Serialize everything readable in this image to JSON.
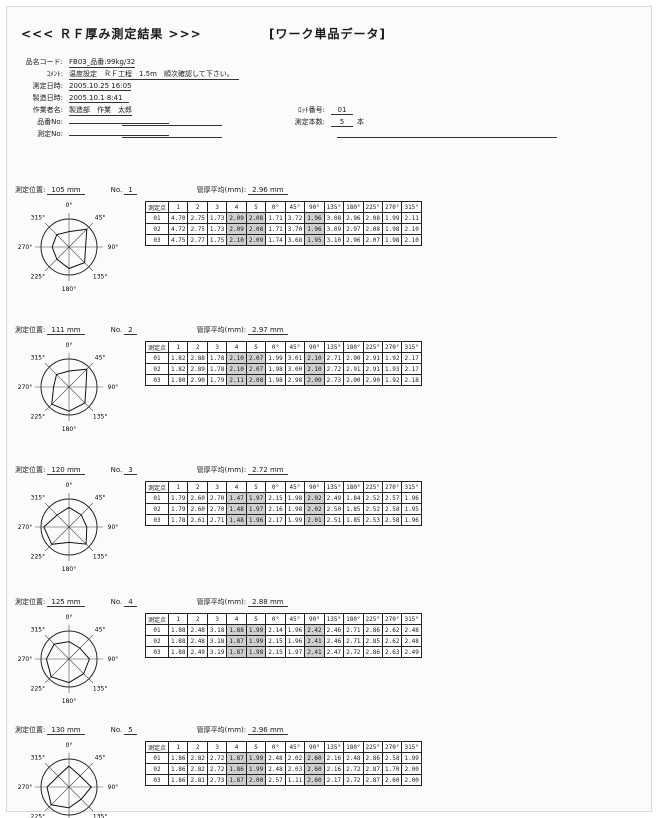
{
  "header": {
    "title": "<<< ＲＦ厚み測定結果 >>>",
    "subtitle": "[ワーク単品データ]",
    "fields": [
      {
        "label": "品名コード:",
        "value": "FB03_品番:99kg/32"
      },
      {
        "label": "ｺﾒﾝﾄ:",
        "value": "温度設定　ＲＦ工程　1.5m　順次確認して下さい。"
      },
      {
        "label": "測定日時:",
        "value": "2005.10.25 16:05"
      },
      {
        "label": "製造日時:",
        "value": "2005.10.1 8:41"
      },
      {
        "label": "作業者名:",
        "value": "製造部　作業　太郎"
      },
      {
        "label": "品番No:",
        "value": ""
      },
      {
        "label": "測定No:",
        "value": ""
      }
    ],
    "right_fields": [
      {
        "label": "ﾛｯﾄ番号:",
        "value": "01"
      },
      {
        "label": "測定本数:",
        "value": "5",
        "suffix": "本"
      }
    ]
  },
  "sections": [
    {
      "left_label": "測定位置:",
      "left_value": "105 mm",
      "no_label": "No.",
      "no_value": "1",
      "mid_label": "管厚平均(mm):",
      "mid_value": "2.96 mm",
      "cols": [
        "測定点",
        "1",
        "2",
        "3",
        "4",
        "5",
        "0°",
        "45°",
        "90°",
        "135°",
        "180°",
        "225°",
        "270°",
        "315°"
      ],
      "rows": [
        [
          "01",
          "4.70",
          "2.75",
          "1.73",
          "2.09",
          "2.08",
          "1.71",
          "3.72",
          "1.96",
          "3.08",
          "2.96",
          "2.08",
          "1.99",
          "2.11"
        ],
        [
          "02",
          "4.72",
          "2.75",
          "1.73",
          "2.09",
          "2.08",
          "1.71",
          "3.70",
          "1.96",
          "3.09",
          "2.97",
          "2.08",
          "1.98",
          "2.10"
        ],
        [
          "03",
          "4.75",
          "2.77",
          "1.75",
          "2.10",
          "2.09",
          "1.74",
          "3.68",
          "1.95",
          "3.10",
          "2.96",
          "2.07",
          "1.98",
          "2.10"
        ]
      ]
    },
    {
      "left_label": "測定位置:",
      "left_value": "111 mm",
      "no_label": "No.",
      "no_value": "2",
      "mid_label": "管厚平均(mm):",
      "mid_value": "2.97 mm",
      "cols": [
        "測定点",
        "1",
        "2",
        "3",
        "4",
        "5",
        "0°",
        "45°",
        "90°",
        "135°",
        "180°",
        "225°",
        "270°",
        "315°"
      ],
      "rows": [
        [
          "01",
          "1.82",
          "2.88",
          "1.78",
          "2.10",
          "2.07",
          "1.99",
          "3.01",
          "2.10",
          "2.71",
          "2.90",
          "2.91",
          "1.92",
          "2.17"
        ],
        [
          "02",
          "1.82",
          "2.89",
          "1.78",
          "2.10",
          "2.07",
          "1.98",
          "3.00",
          "2.10",
          "2.72",
          "2.91",
          "2.91",
          "1.93",
          "2.17"
        ],
        [
          "03",
          "1.80",
          "2.90",
          "1.79",
          "2.11",
          "2.08",
          "1.98",
          "2.98",
          "2.09",
          "2.73",
          "2.90",
          "2.90",
          "1.92",
          "2.18"
        ]
      ]
    },
    {
      "left_label": "測定位置:",
      "left_value": "120 mm",
      "no_label": "No.",
      "no_value": "3",
      "mid_label": "管厚平均(mm):",
      "mid_value": "2.72 mm",
      "cols": [
        "測定点",
        "1",
        "2",
        "3",
        "4",
        "5",
        "0°",
        "45°",
        "90°",
        "135°",
        "180°",
        "225°",
        "270°",
        "315°"
      ],
      "rows": [
        [
          "01",
          "1.79",
          "2.60",
          "2.70",
          "1.47",
          "1.97",
          "2.15",
          "1.98",
          "2.02",
          "2.49",
          "1.84",
          "2.52",
          "2.57",
          "1.96"
        ],
        [
          "02",
          "1.79",
          "2.60",
          "2.70",
          "1.48",
          "1.97",
          "2.16",
          "1.98",
          "2.02",
          "2.50",
          "1.85",
          "2.52",
          "2.58",
          "1.95"
        ],
        [
          "03",
          "1.78",
          "2.61",
          "2.71",
          "1.48",
          "1.96",
          "2.17",
          "1.99",
          "2.01",
          "2.51",
          "1.85",
          "2.53",
          "2.58",
          "1.96"
        ]
      ]
    },
    {
      "left_label": "測定位置:",
      "left_value": "125 mm",
      "no_label": "No.",
      "no_value": "4",
      "mid_label": "管厚平均(mm):",
      "mid_value": "2.88 mm",
      "cols": [
        "測定点",
        "1",
        "2",
        "3",
        "4",
        "5",
        "0°",
        "45°",
        "90°",
        "135°",
        "180°",
        "225°",
        "270°",
        "315°"
      ],
      "rows": [
        [
          "01",
          "1.88",
          "2.48",
          "3.18",
          "1.88",
          "1.99",
          "2.14",
          "1.96",
          "2.42",
          "2.46",
          "2.71",
          "2.86",
          "2.62",
          "2.48"
        ],
        [
          "02",
          "1.88",
          "2.48",
          "3.18",
          "1.87",
          "1.99",
          "2.15",
          "1.96",
          "2.41",
          "2.46",
          "2.71",
          "2.85",
          "2.62",
          "2.48"
        ],
        [
          "03",
          "1.88",
          "2.49",
          "3.19",
          "1.87",
          "1.98",
          "2.15",
          "1.97",
          "2.41",
          "2.47",
          "2.72",
          "2.86",
          "2.63",
          "2.49"
        ]
      ]
    },
    {
      "left_label": "測定位置:",
      "left_value": "130 mm",
      "no_label": "No.",
      "no_value": "5",
      "mid_label": "管厚平均(mm):",
      "mid_value": "2.96 mm",
      "cols": [
        "測定点",
        "1",
        "2",
        "3",
        "4",
        "5",
        "0°",
        "45°",
        "90°",
        "135°",
        "180°",
        "225°",
        "270°",
        "315°"
      ],
      "rows": [
        [
          "01",
          "1.86",
          "2.82",
          "2.72",
          "1.87",
          "1.99",
          "2.48",
          "2.02",
          "2.60",
          "2.16",
          "2.48",
          "2.86",
          "2.58",
          "1.99"
        ],
        [
          "02",
          "1.86",
          "2.82",
          "2.72",
          "1.86",
          "1.99",
          "2.48",
          "2.03",
          "2.60",
          "2.16",
          "2.72",
          "2.87",
          "1.70",
          "2.00"
        ],
        [
          "03",
          "1.86",
          "2.81",
          "2.73",
          "1.87",
          "2.00",
          "2.57",
          "1.11",
          "2.60",
          "2.17",
          "2.72",
          "2.87",
          "2.60",
          "2.00"
        ]
      ]
    }
  ],
  "polar_labels": [
    "0°",
    "45°",
    "90°",
    "135°",
    "180°",
    "225°",
    "270°",
    "315°"
  ]
}
